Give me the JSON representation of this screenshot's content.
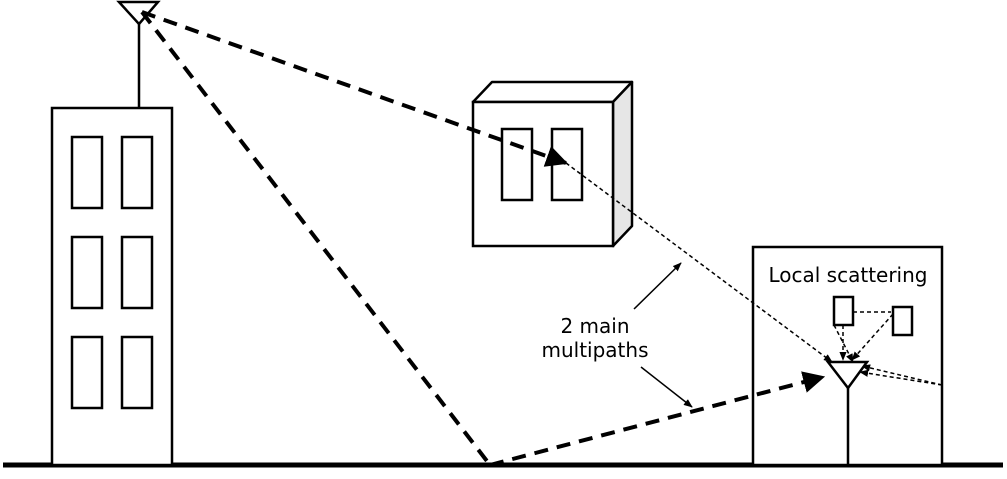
{
  "labels": {
    "local_scattering": "Local scattering",
    "multipaths_line1": "2 main",
    "multipaths_line2": "multipaths"
  },
  "colors": {
    "stroke": "#000000",
    "background": "#ffffff",
    "building_shade": "#e6e6e6"
  }
}
